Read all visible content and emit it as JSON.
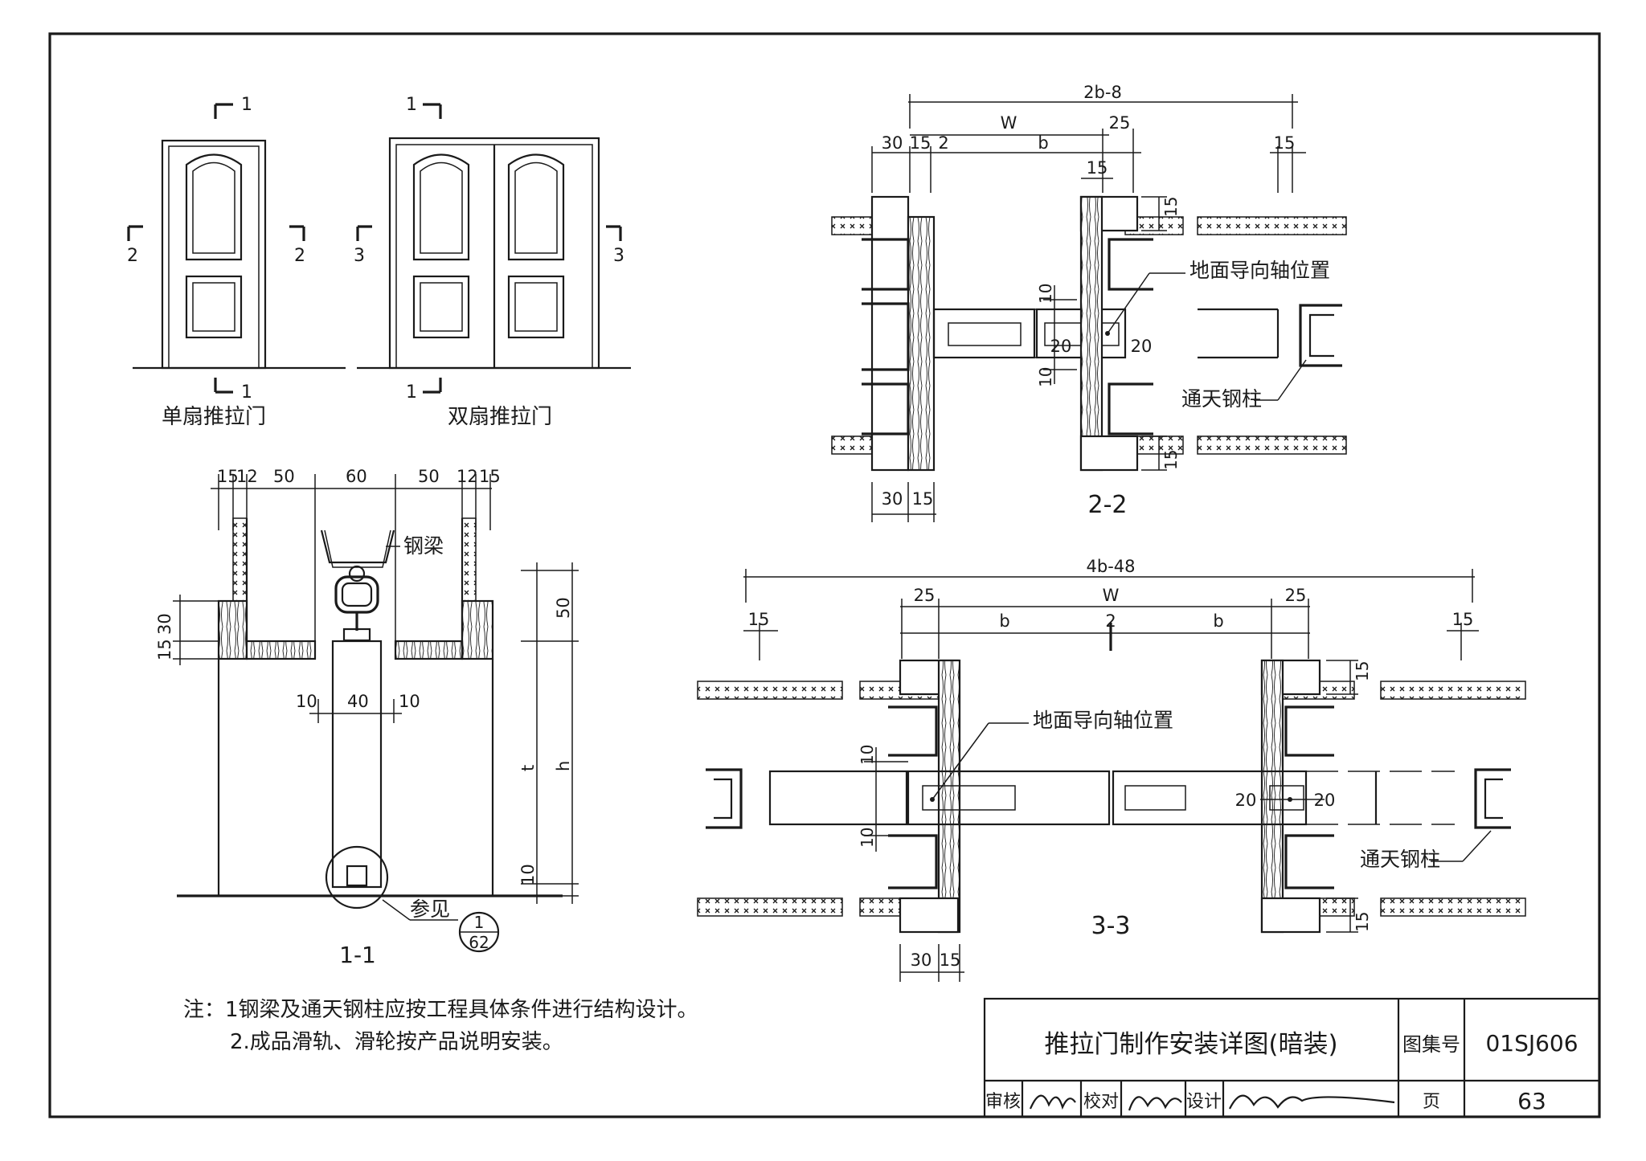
{
  "elevations": {
    "single_door_caption": "单扇推拉门",
    "double_door_caption": "双扇推拉门",
    "section_marks": [
      "1",
      "2",
      "3"
    ]
  },
  "section_1_1": {
    "caption": "1-1",
    "top_dims": [
      "15",
      "12",
      "50",
      "60",
      "50",
      "12",
      "15"
    ],
    "left_dims": [
      "15",
      "30"
    ],
    "right_dims": [
      "50",
      "t",
      "h",
      "10"
    ],
    "inner_dims": [
      "10",
      "40",
      "10"
    ],
    "beam_label": "钢梁",
    "ref_label": "参见",
    "ref_num": "1",
    "ref_page": "62"
  },
  "section_2_2": {
    "caption": "2-2",
    "dims": [
      "2b-8",
      "W",
      "25",
      "30",
      "15",
      "2",
      "b",
      "15",
      "15",
      "15",
      "10",
      "20",
      "20",
      "10",
      "15",
      "30",
      "15"
    ],
    "guide_label": "地面导向轴位置",
    "column_label": "通天钢柱"
  },
  "section_3_3": {
    "caption": "3-3",
    "dims": [
      "4b-48",
      "25",
      "W",
      "25",
      "15",
      "b",
      "2",
      "b",
      "15",
      "15",
      "10",
      "20",
      "20",
      "10",
      "15",
      "30",
      "15"
    ],
    "guide_label": "地面导向轴位置",
    "column_label": "通天钢柱"
  },
  "notes": {
    "line1": "注：1钢梁及通天钢柱应按工程具体条件进行结构设计。",
    "line2": "2.成品滑轨、滑轮按产品说明安装。"
  },
  "title_block": {
    "title": "推拉门制作安装详图(暗装)",
    "atlas_label": "图集号",
    "atlas_number": "01SJ606",
    "review_label": "审核",
    "check_label": "校对",
    "design_label": "设计",
    "page_label": "页",
    "page_number": "63"
  }
}
